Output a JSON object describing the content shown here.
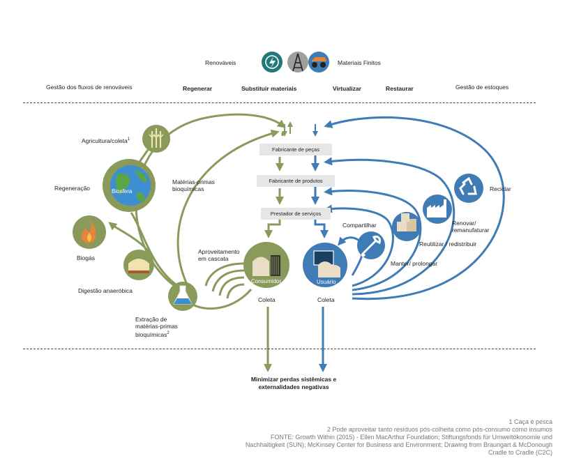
{
  "top": {
    "left_label": "Renováveis",
    "right_label": "Materiais Finitos",
    "icons": [
      "renewable-energy-icon",
      "oil-derrick-icon",
      "mining-truck-icon"
    ]
  },
  "headers": {
    "renewables_flow": "Gestão dos fluxos de renováveis",
    "regenerate": "Regenerar",
    "substitute": "Substituir materiais",
    "virtualize": "Virtualizar",
    "restore": "Restaurar",
    "stock_mgmt": "Gestão de estoques"
  },
  "center": {
    "parts_maker": "Fabricante de peças",
    "product_maker": "Fabricante de produtos",
    "service_provider": "Prestador de serviços",
    "consumer": "Consumidor",
    "user": "Usuário",
    "collect_left": "Coleta",
    "collect_right": "Coleta",
    "bottom_line1": "Minimizar perdas sistêmicas e",
    "bottom_line2": "externalidades negativas"
  },
  "bio": {
    "agriculture": "Agricultura/coleta",
    "agriculture_sup": "1",
    "regeneration": "Regeneração",
    "biosphere": "Biosfera",
    "biogas": "Biogás",
    "anaerobic": "Digestão anaeróbica",
    "extraction_l1": "Extração de",
    "extraction_l2": "matérias-primas",
    "extraction_l3": "bioquímicas",
    "extraction_sup": "2",
    "raw_l1": "Matérias-primas",
    "raw_l2": "bioquímicas",
    "cascade_l1": "Aproveitamento",
    "cascade_l2": "em cascata"
  },
  "tech": {
    "share": "Compartilhar",
    "maintain": "Manter/ prolongar",
    "reuse": "Reutilizar / redistribuir",
    "refurbish_l1": "Renovar/",
    "refurbish_l2": "remanufaturar",
    "recycle": "Reciclar"
  },
  "footer": {
    "line1": "1 Caça e pesca",
    "line2": "2 Pode aproveitar tanto resíduos pós-colheita como pós-consumo como insumos",
    "line3": "FONTE: Growth Within (2015) - Ellen MacArthur Foundation; Stiftungsfonds für Umweltökonomie und",
    "line4": "Nachhaltigkeit (SUN); McKinsey Center for Business and Environment; Drawing from Braungart & McDonough",
    "line5": "Cradle to Cradle (C2C)"
  },
  "colors": {
    "bio_green": "#8a9a5b",
    "tech_blue": "#3f7bb5",
    "teal": "#1f7a78",
    "grey_box": "#e6e6e6"
  }
}
